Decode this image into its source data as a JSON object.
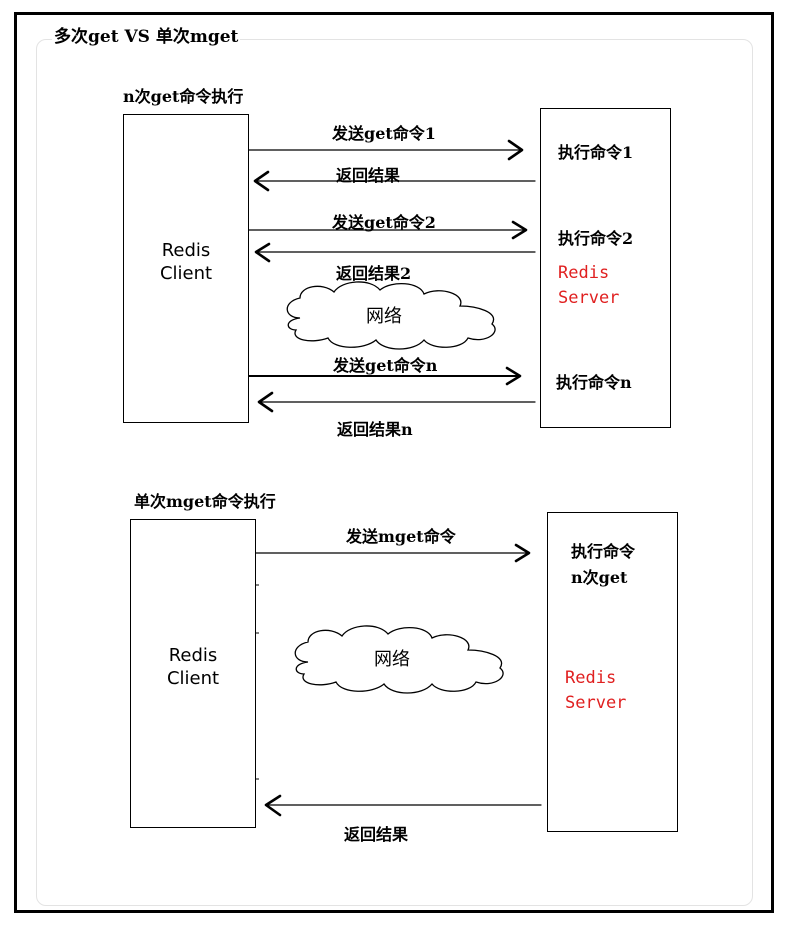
{
  "figure": {
    "title": "多次get VS 单次mget"
  },
  "top": {
    "title": "n次get命令执行",
    "client_line1": "Redis",
    "client_line2": "Client",
    "server_line1": "Redis",
    "server_line2": "Server",
    "network": "网络",
    "messages": [
      {
        "send": "发送get命令1",
        "exec": "执行命令1",
        "reply": "返回结果"
      },
      {
        "send": "发送get命令2",
        "exec": "执行命令2",
        "reply": "返回结果2"
      },
      {
        "send": "发送get命令n",
        "exec": "执行命令n",
        "reply": "返回结果n"
      }
    ]
  },
  "bottom": {
    "title": "单次mget命令执行",
    "client_line1": "Redis",
    "client_line2": "Client",
    "server_line1": "Redis",
    "server_line2": "Server",
    "network": "网络",
    "send": "发送mget命令",
    "exec_line1": "执行命令",
    "exec_line2": "n次get",
    "reply": "返回结果"
  }
}
